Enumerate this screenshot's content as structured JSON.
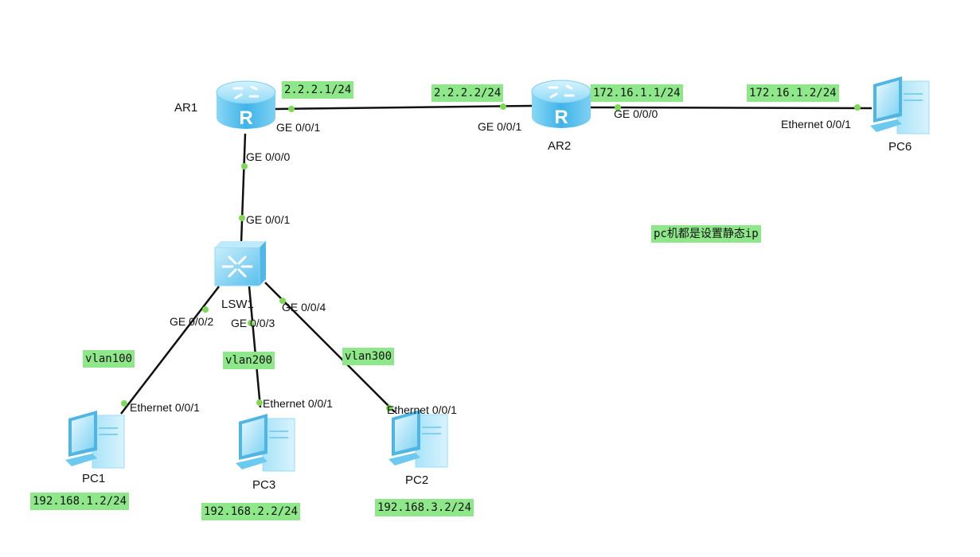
{
  "devices": {
    "ar1": "AR1",
    "ar2": "AR2",
    "lsw1": "LSW1",
    "pc1": "PC1",
    "pc2": "PC2",
    "pc3": "PC3",
    "pc6": "PC6"
  },
  "ports": {
    "ar1_ge001": "GE 0/0/1",
    "ar1_ge000": "GE 0/0/0",
    "ar2_ge001": "GE 0/0/1",
    "ar2_ge000": "GE 0/0/0",
    "pc6_eth": "Ethernet 0/0/1",
    "lsw1_ge001": "GE 0/0/1",
    "lsw1_ge002": "GE 0/0/2",
    "lsw1_ge003": "GE 0/0/3",
    "lsw1_ge004": "GE 0/0/4",
    "pc1_eth": "Ethernet 0/0/1",
    "pc3_eth": "Ethernet 0/0/1",
    "pc2_eth": "Ethernet 0/0/1"
  },
  "notes": {
    "ar1_ip": "2.2.2.1/24",
    "ar2_ip_left": "2.2.2.2/24",
    "ar2_ip_right": "172.16.1.1/24",
    "pc6_ip": "172.16.1.2/24",
    "static_note": "pc机都是设置静态ip",
    "vlan100": "vlan100",
    "vlan200": "vlan200",
    "vlan300": "vlan300",
    "pc1_ip": "192.168.1.2/24",
    "pc3_ip": "192.168.2.2/24",
    "pc2_ip": "192.168.3.2/24"
  },
  "colors": {
    "note_bg": "#8ee889",
    "port_dot": "#7ed957",
    "link": "#111111",
    "router": "#5fc3ee",
    "switch": "#6fcdf0",
    "pc": "#6ccaf0"
  },
  "icons": {
    "router": "router-icon",
    "switch": "switch-icon",
    "pc": "pc-icon"
  }
}
